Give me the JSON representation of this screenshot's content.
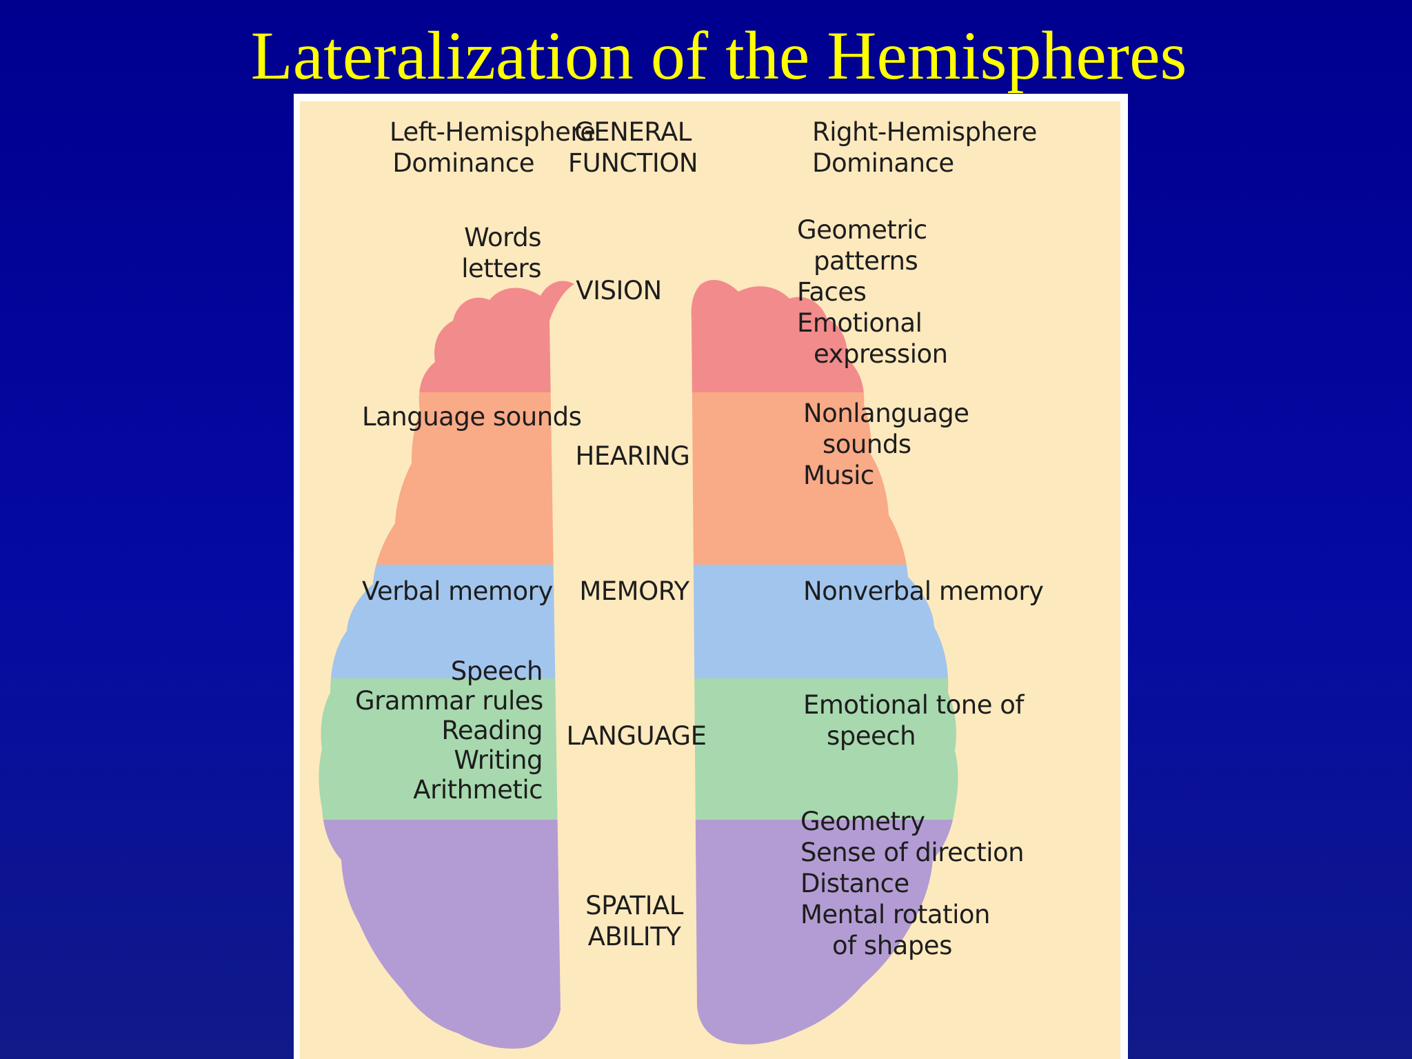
{
  "slide": {
    "title": "Lateralization of the Hemispheres"
  },
  "figure": {
    "headers": {
      "left": [
        "Left-Hemisphere",
        "Dominance"
      ],
      "center": [
        "GENERAL",
        "FUNCTION"
      ],
      "right": [
        "Right-Hemisphere",
        "Dominance"
      ]
    },
    "rows": [
      {
        "function": [
          "VISION"
        ],
        "left": [
          "Words",
          "letters"
        ],
        "right": [
          "Geometric",
          "patterns",
          "Faces",
          "Emotional",
          "expression"
        ],
        "color": "#f28b8b"
      },
      {
        "function": [
          "HEARING"
        ],
        "left": [
          "Language sounds"
        ],
        "right": [
          "Nonlanguage",
          "sounds",
          "Music"
        ],
        "color": "#f9aa87"
      },
      {
        "function": [
          "MEMORY"
        ],
        "left": [
          "Verbal memory"
        ],
        "right": [
          "Nonverbal memory"
        ],
        "color": "#a2c5ed"
      },
      {
        "function": [
          "LANGUAGE"
        ],
        "left": [
          "Speech",
          "Grammar rules",
          "Reading",
          "Writing",
          "Arithmetic"
        ],
        "right": [
          "Emotional tone of",
          "speech"
        ],
        "color": "#a7d8ae"
      },
      {
        "function": [
          "SPATIAL",
          "ABILITY"
        ],
        "left": [],
        "right": [
          "Geometry",
          "Sense of direction",
          "Distance",
          "Mental rotation",
          "of shapes"
        ],
        "color": "#b39cd3"
      }
    ],
    "panel_color": "#fde9be",
    "title_color": "#ffff00"
  }
}
